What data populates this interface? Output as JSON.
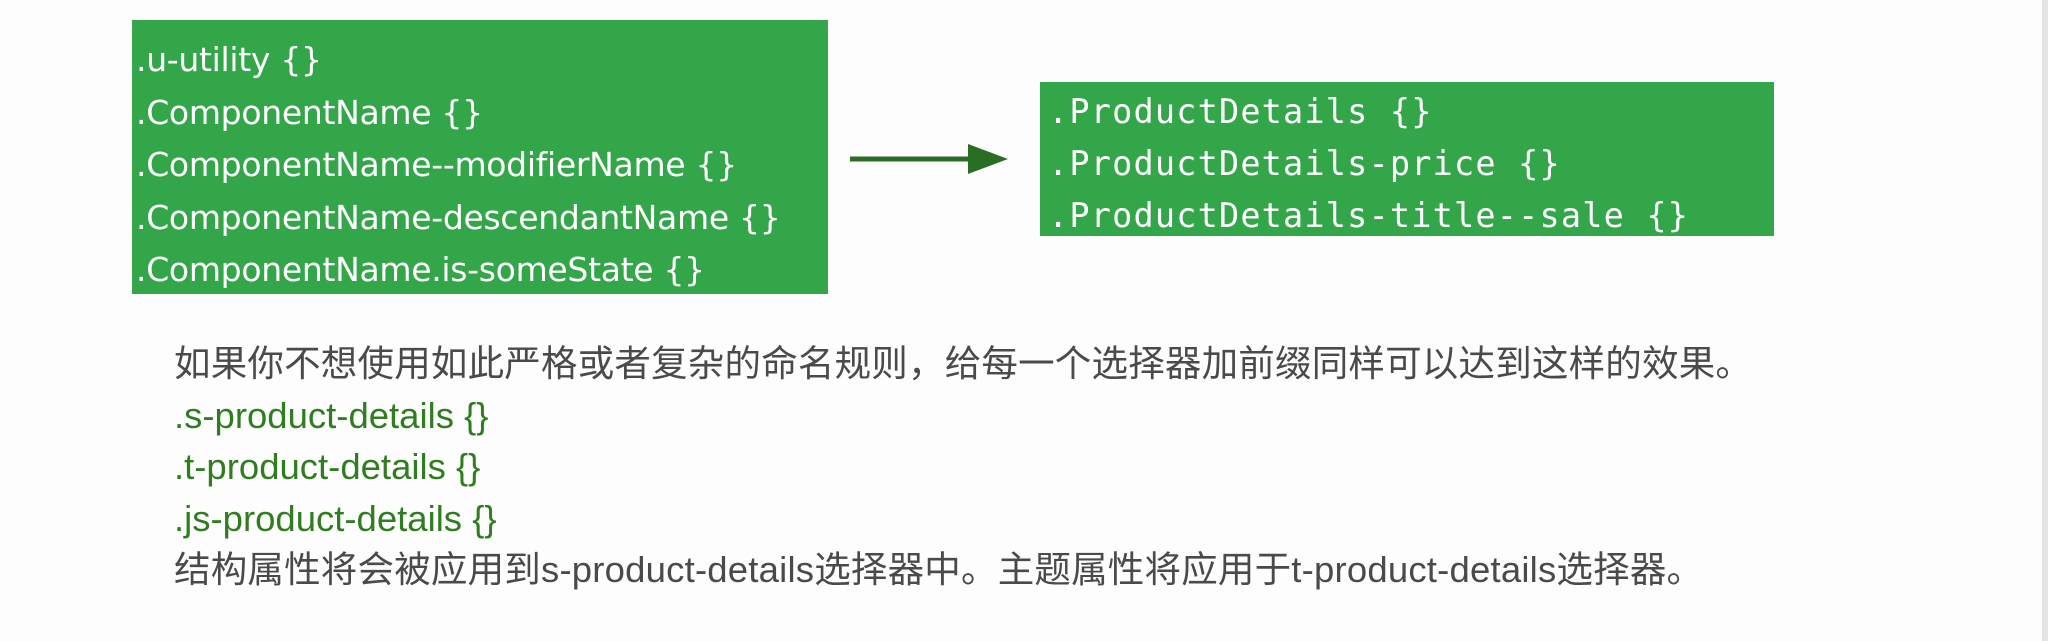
{
  "left_box": {
    "lines": [
      ".u-utility {}",
      ".ComponentName {}",
      ".ComponentName--modifierName {}",
      ".ComponentName-descendantName {}",
      ".ComponentName.is-someState {}"
    ]
  },
  "right_box": {
    "lines": [
      ".ProductDetails {}",
      ".ProductDetails-price {}",
      ".ProductDetails-title--sale {}"
    ]
  },
  "arrow_icon": "right-arrow-icon",
  "body": {
    "intro": "如果你不想使用如此严格或者复杂的命名规则，给每一个选择器加前缀同样可以达到这样的效果。",
    "examples": [
      ".s-product-details {}",
      ".t-product-details {}",
      ".js-product-details {}"
    ],
    "conclusion": "结构属性将会被应用到s-product-details选择器中。主题属性将应用于t-product-details选择器。"
  },
  "colors": {
    "box_green": "#33a64a",
    "code_green": "#2f7d1f",
    "body_text": "#4a4a4a",
    "arrow": "#2a6e26"
  }
}
